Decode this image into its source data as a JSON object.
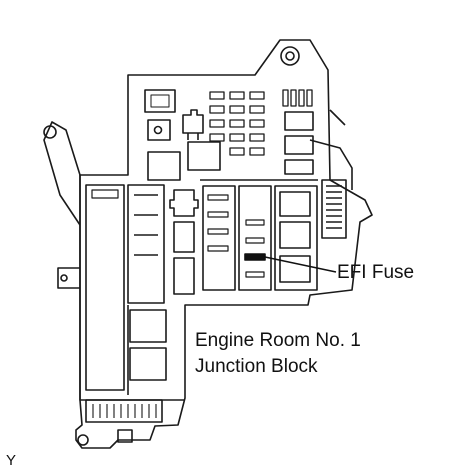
{
  "callout": {
    "label": "EFI Fuse"
  },
  "component": {
    "name_line1": "Engine Room No. 1",
    "name_line2": "Junction Block"
  },
  "figure_code": "Y",
  "colors": {
    "line": "#1a1a1a",
    "fill": "#ffffff",
    "highlight": "#111111"
  }
}
